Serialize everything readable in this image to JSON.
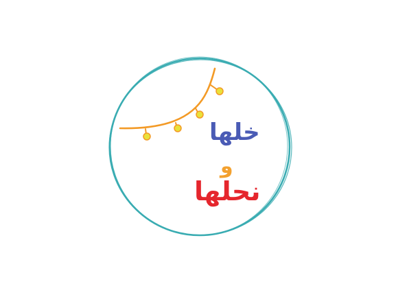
{
  "logo": {
    "word_top": "خلها",
    "word_middle": "و",
    "word_bottom": "نحلها"
  },
  "colors": {
    "ring": "#3aacb2",
    "string": "#f39a26",
    "bulb": "#e9e13a",
    "word_top": "#4a5bb5",
    "word_middle": "#f3a12f",
    "word_bottom": "#e5262d"
  },
  "icons": {
    "ring": "circle-ring-icon",
    "garland": "light-garland-icon"
  }
}
